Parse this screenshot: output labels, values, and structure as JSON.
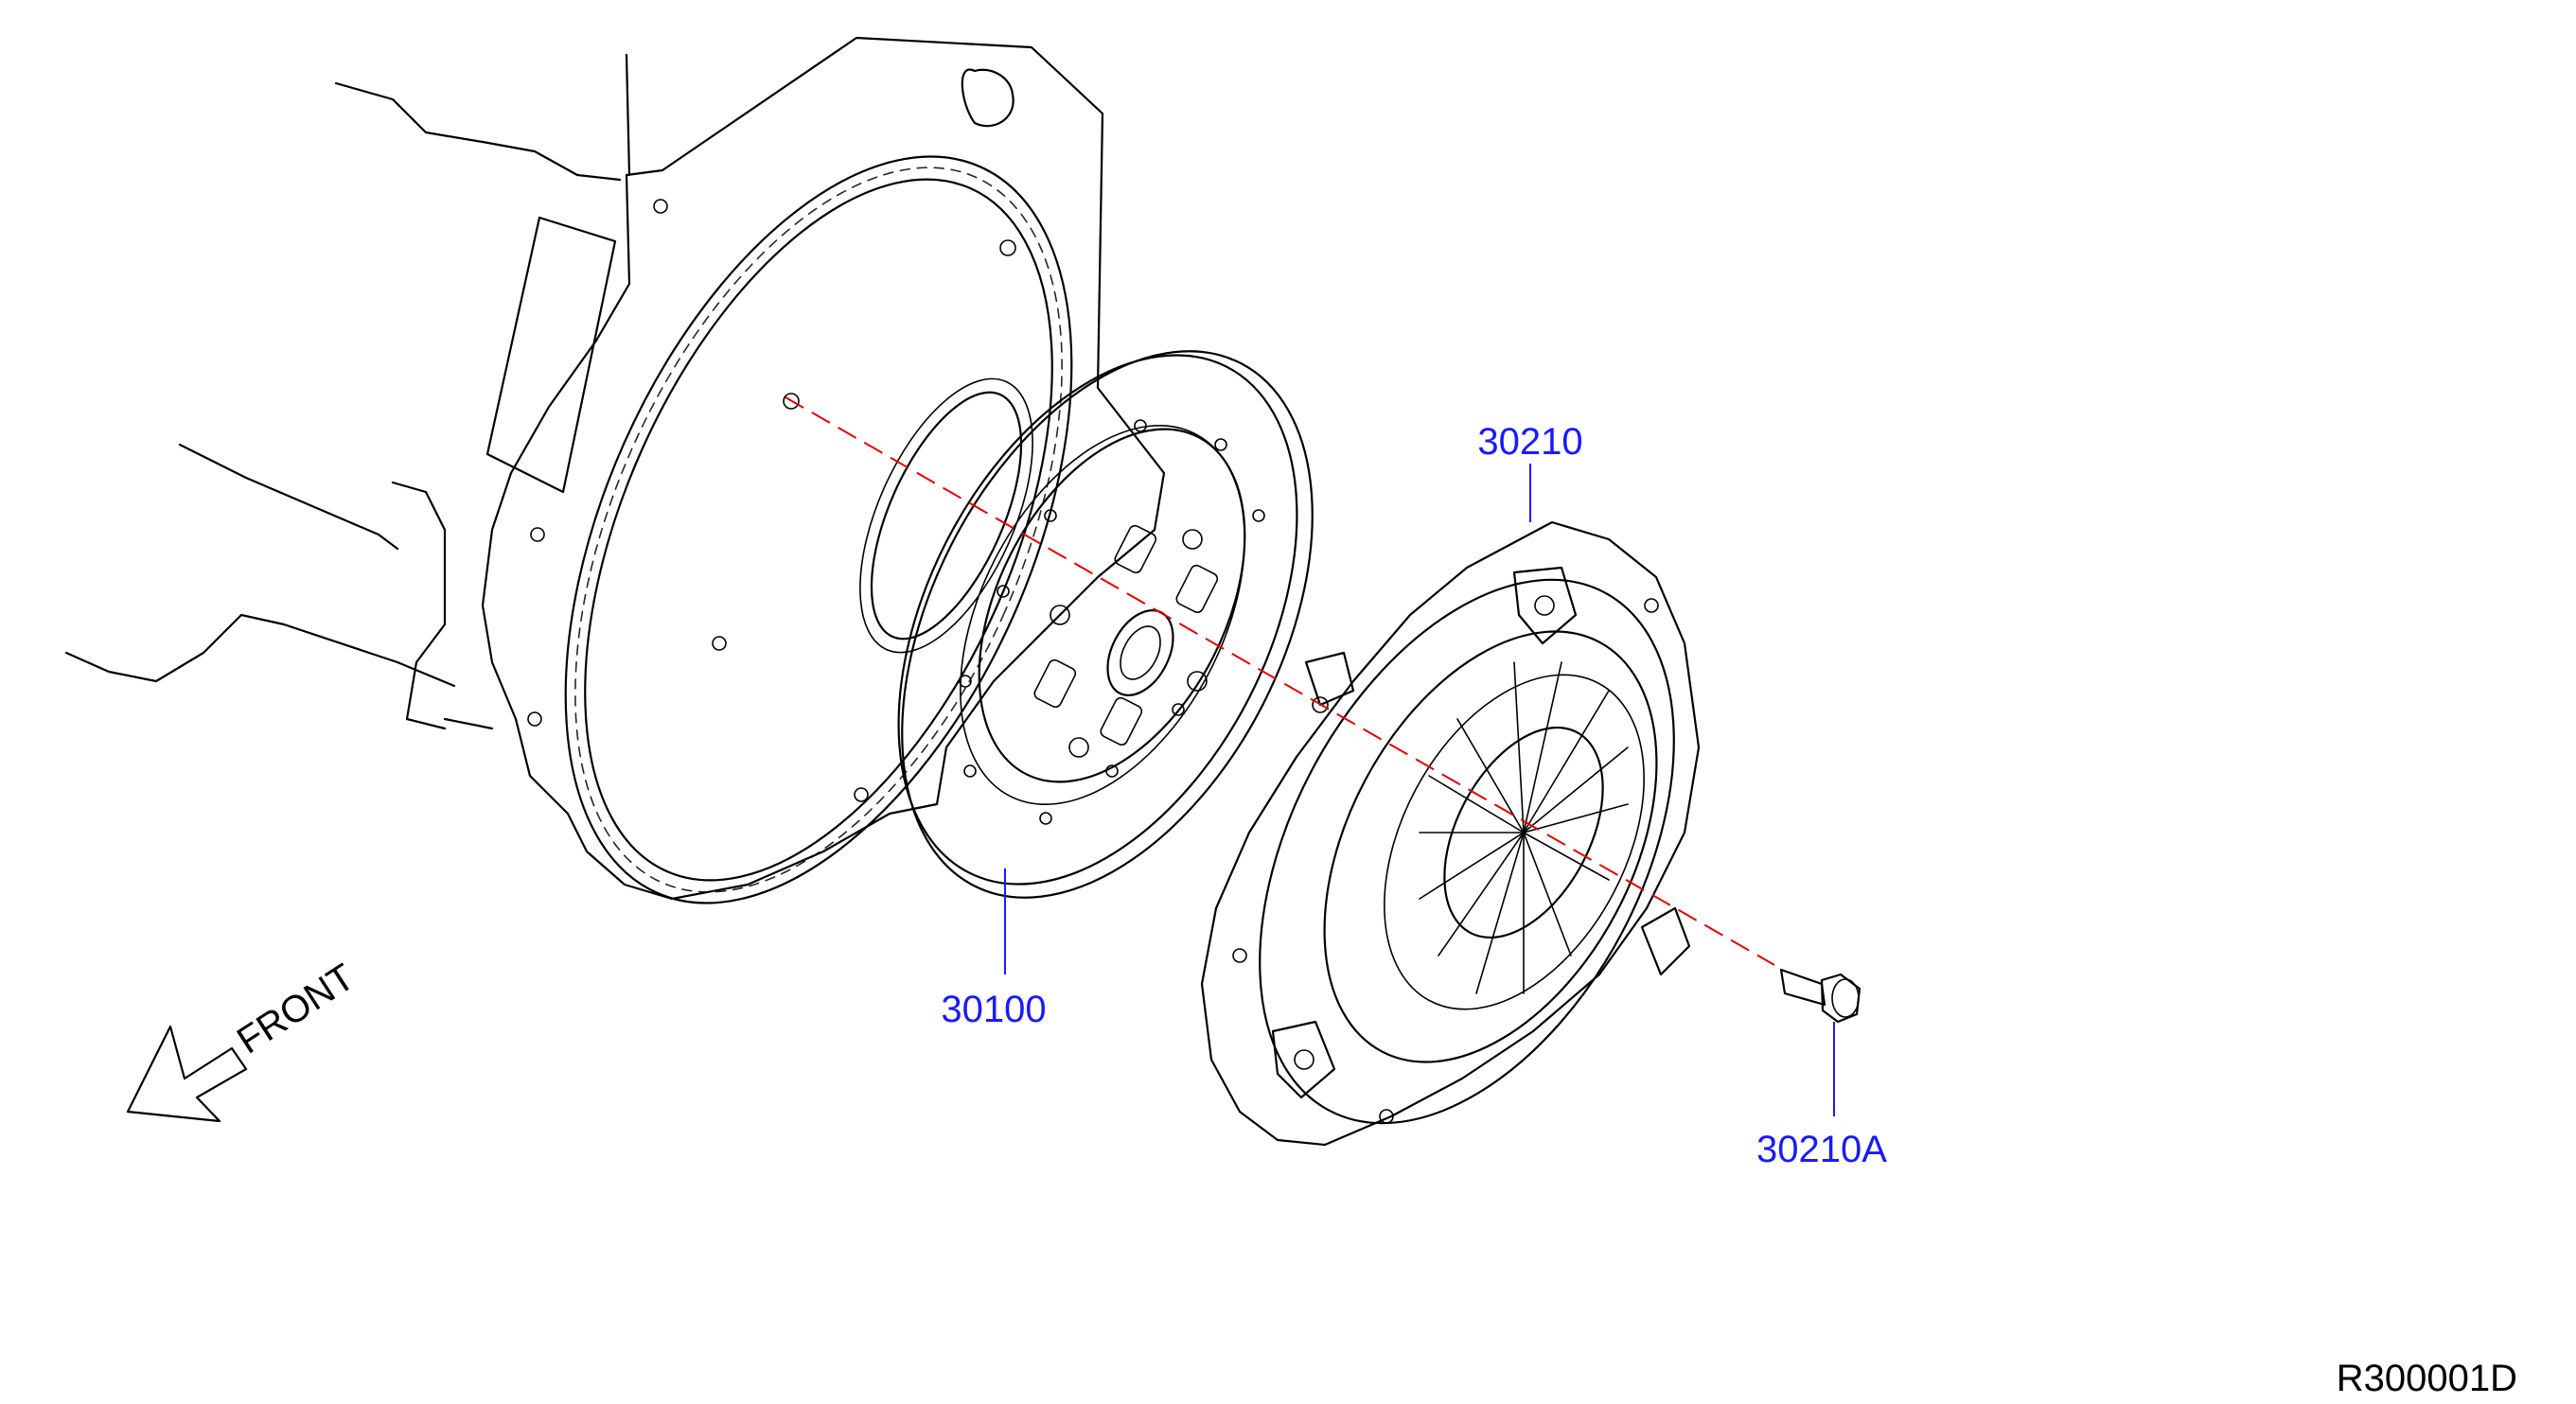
{
  "parts": [
    {
      "id": "flywheel",
      "callout": ""
    },
    {
      "id": "clutch-disc",
      "callout": "30100"
    },
    {
      "id": "clutch-cover",
      "callout": "30210"
    },
    {
      "id": "cover-bolt",
      "callout": "30210A"
    }
  ],
  "direction_label": "FRONT",
  "diagram_code": "R300001D",
  "colors": {
    "callout": "#1a1aff",
    "centerline": "#e00000",
    "linework": "#000000"
  }
}
